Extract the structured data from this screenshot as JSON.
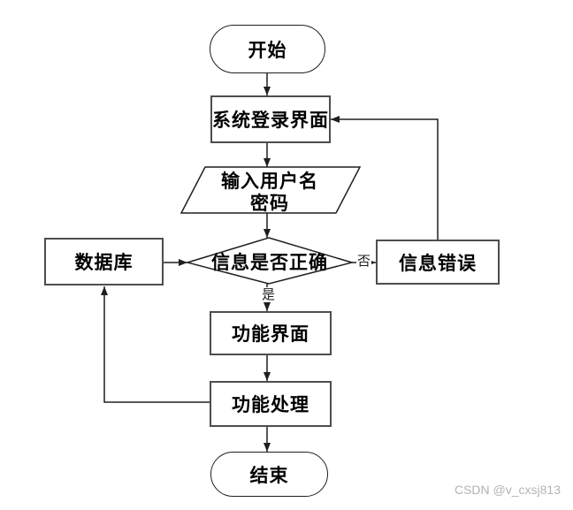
{
  "diagram": {
    "nodes": {
      "start": {
        "label": "开始",
        "type": "terminator"
      },
      "login": {
        "label": "系统登录界面",
        "type": "process"
      },
      "input": {
        "line1": "输入用户名",
        "line2": "密码",
        "type": "io-parallelogram"
      },
      "decision": {
        "label": "信息是否正确",
        "type": "decision"
      },
      "database": {
        "label": "数据库",
        "type": "process"
      },
      "error": {
        "label": "信息错误",
        "type": "process"
      },
      "function_ui": {
        "label": "功能界面",
        "type": "process"
      },
      "function_process": {
        "label": "功能处理",
        "type": "process"
      },
      "end": {
        "label": "结束",
        "type": "terminator"
      }
    },
    "edge_labels": {
      "yes": "是",
      "no": "否"
    },
    "colors": {
      "line": "#1f1f1f",
      "box_border": "#4d4d4d",
      "background": "#ffffff",
      "watermark_text": "#b3b3b3"
    }
  },
  "watermark": {
    "text": "CSDN @v_cxsj813"
  }
}
